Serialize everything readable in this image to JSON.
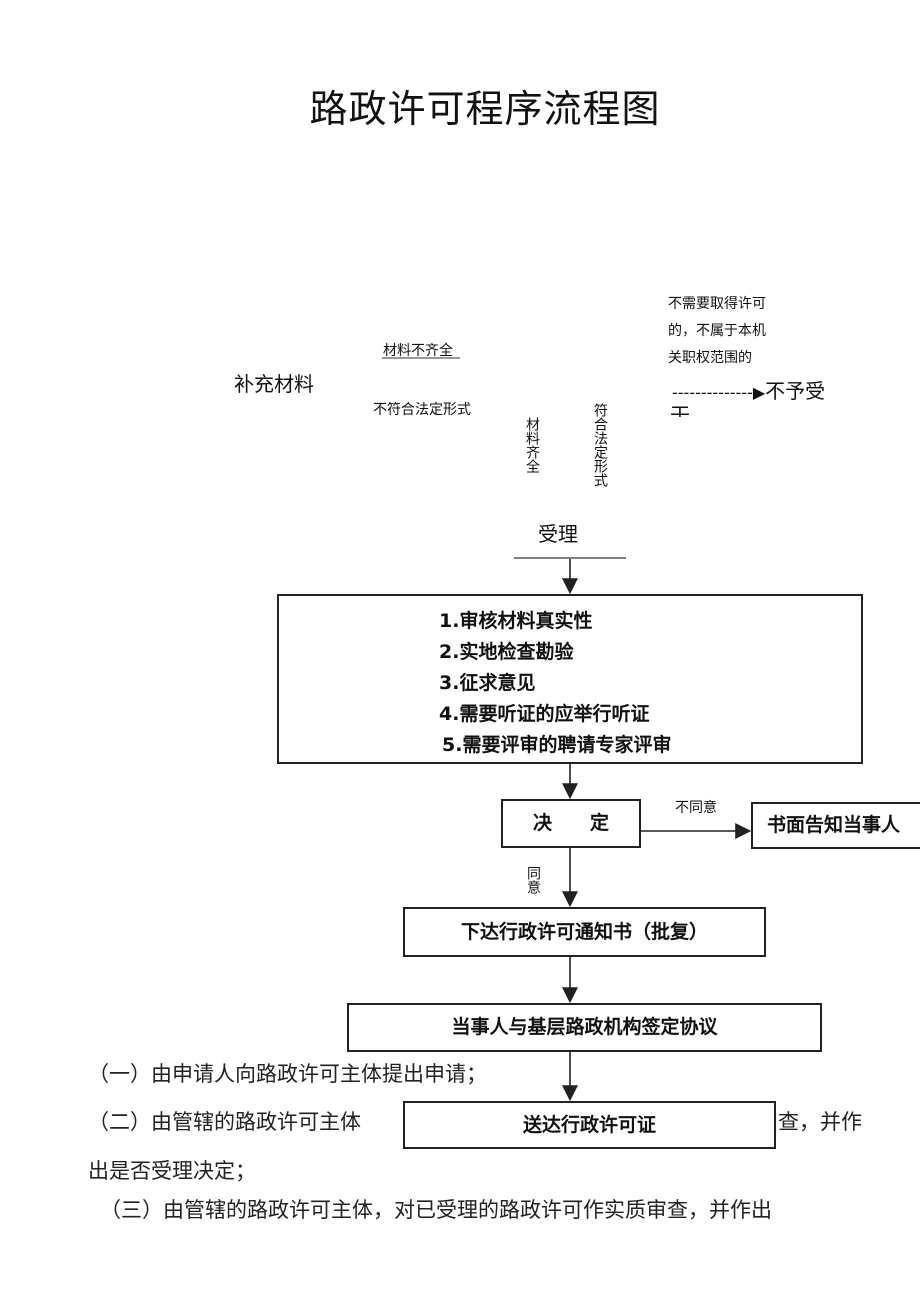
{
  "title": "路政许可程序流程图",
  "top": {
    "supplement": "补充材料",
    "incomplete": "材料不齐全",
    "not_legal_form": "不符合法定形式",
    "complete_vertical": "材料齐全",
    "legal_form_vertical": "符合法定形式",
    "no_permit_lines": [
      "不需要取得许可",
      "的，不属于本机",
      "关职权范围的"
    ],
    "dashes": "--------------",
    "reject": "不予受",
    "reject_cut": "干",
    "accept": "受理"
  },
  "review_steps": [
    "1.审核材料真实性",
    "2.实地检查勘验",
    "3.征求意见",
    "4.需要听证的应举行听证",
    "5.需要评审的聘请专家评审"
  ],
  "decision": "决　　定",
  "disagree": "不同意",
  "notify": "书面告知当事人",
  "agree_vertical": "同意",
  "issue_notice": "下达行政许可通知书（批复）",
  "sign_agreement": "当事人与基层路政机构签定协议",
  "deliver": "送达行政许可证",
  "paragraphs": {
    "p1": "（一）由申请人向路政许可主体提出申请；",
    "p2_left": "（二）由管辖的路政许可主体",
    "p2_right": "查，并作",
    "p2_cont": "出是否受理决定；",
    "p3": "（三）由管辖的路政许可主体，对已受理的路政许可作实质审查，并作出"
  }
}
